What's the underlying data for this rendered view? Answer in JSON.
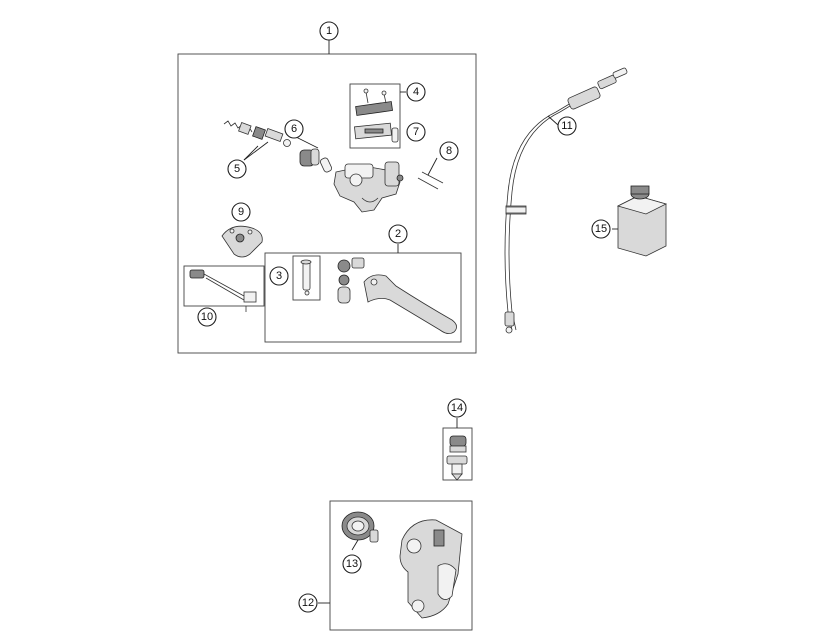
{
  "callouts": {
    "c1": "1",
    "c2": "2",
    "c3": "3",
    "c4": "4",
    "c5": "5",
    "c6": "6",
    "c7": "7",
    "c8": "8",
    "c9": "9",
    "c10": "10",
    "c11": "11",
    "c12": "12",
    "c13": "13",
    "c14": "14",
    "c15": "15"
  },
  "colors": {
    "line": "#222222",
    "frame": "#444444",
    "part_fill": "#d9d9d9"
  }
}
